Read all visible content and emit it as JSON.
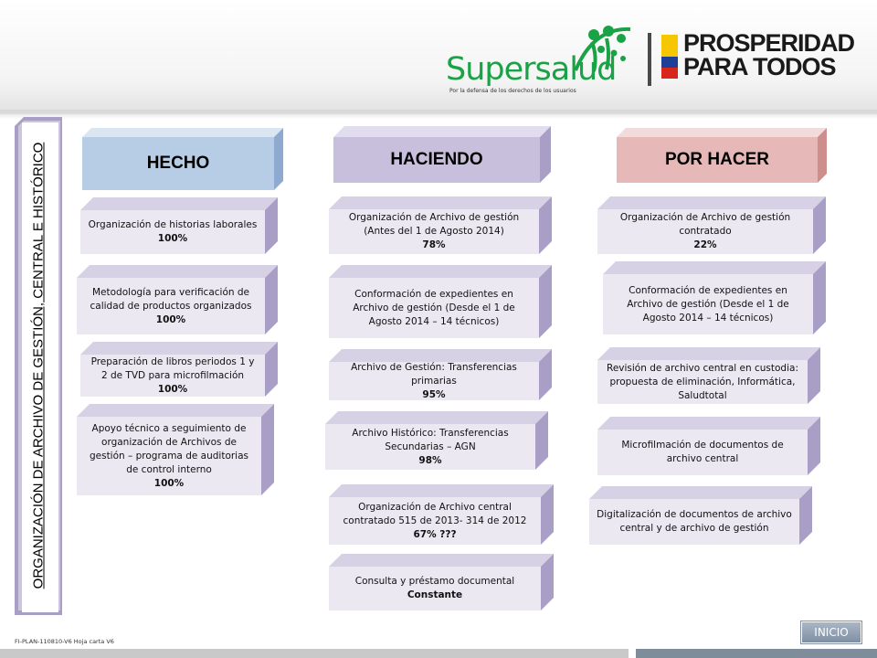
{
  "header": {
    "logo_supersalud": "Supersalud",
    "logo_supersalud_tagline": "Por la defensa de los derechos de los usuarios",
    "logo_prosperidad_line1": "PROSPERIDAD",
    "logo_prosperidad_line2": "PARA TODOS"
  },
  "side_title": "ORGANIZACIÓN DE ARCHIVO DE GESTIÓN, CENTRAL E HISTÓRICO",
  "columns": {
    "hecho": {
      "title": "HECHO",
      "color": "#b7cde6",
      "items": [
        {
          "text": "Organización de historias laborales",
          "value": "100%"
        },
        {
          "text": "Metodología para verificación de calidad de productos organizados",
          "value": "100%"
        },
        {
          "text": "Preparación de libros periodos 1 y 2 de TVD para microfilmación",
          "value": "100%"
        },
        {
          "text": "Apoyo técnico a seguimiento de organización de Archivos de gestión – programa de auditorias de control interno",
          "value": "100%"
        }
      ]
    },
    "haciendo": {
      "title": "HACIENDO",
      "color": "#c7bfdc",
      "items": [
        {
          "text": "Organización de Archivo de gestión (Antes del 1 de Agosto 2014)",
          "value": "78%"
        },
        {
          "text": "Conformación de expedientes en Archivo de gestión (Desde el 1 de Agosto 2014 – 14 técnicos)",
          "value": ""
        },
        {
          "text": "Archivo de Gestión: Transferencias primarias",
          "value": "95%"
        },
        {
          "text": "Archivo Histórico: Transferencias Secundarias – AGN",
          "value": "98%"
        },
        {
          "text": "Organización de Archivo central contratado 515 de 2013- 314 de 2012",
          "value": "67% ???"
        },
        {
          "text": "Consulta y préstamo documental",
          "value": "Constante"
        }
      ]
    },
    "por_hacer": {
      "title": "POR HACER",
      "color": "#e6b9b8",
      "items": [
        {
          "text": "Organización de Archivo de gestión contratado",
          "value": "22%"
        },
        {
          "text": "Conformación de expedientes en Archivo de gestión (Desde el 1 de Agosto 2014 – 14 técnicos)",
          "value": ""
        },
        {
          "text": "Revisión de archivo central en custodia: propuesta de eliminación, Informática, Saludtotal",
          "value": ""
        },
        {
          "text": "Microfilmación de documentos de archivo central",
          "value": ""
        },
        {
          "text": "Digitalización de documentos de archivo central y de archivo de gestión",
          "value": ""
        }
      ]
    }
  },
  "box_colors": {
    "face": "#ebe8f2",
    "side": "#a99fc6",
    "top": "#d7d1e6"
  },
  "footer": {
    "code": "FI-PLAN-110810-V6 Hoja carta V6",
    "inicio_label": "INICIO"
  }
}
